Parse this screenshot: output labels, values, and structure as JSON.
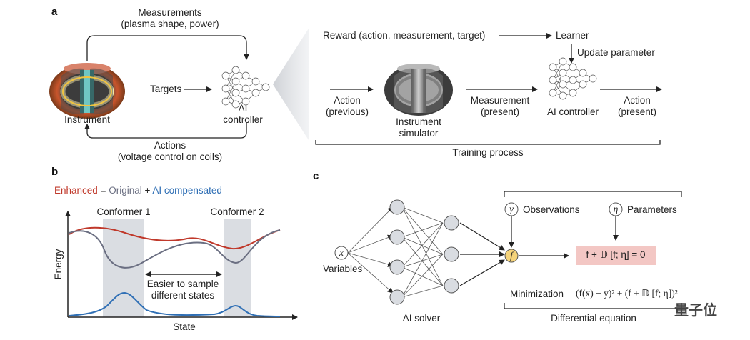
{
  "panel_a": {
    "letter": "a",
    "measurements_line1": "Measurements",
    "measurements_line2": "(plasma shape, power)",
    "targets": "Targets",
    "instrument": "Instrument",
    "ai_controller_line1": "AI",
    "ai_controller_line2": "controller",
    "actions_line1": "Actions",
    "actions_line2": "(voltage control on coils)",
    "reward": "Reward (action, measurement, target)",
    "learner": "Learner",
    "update_parameter": "Update parameter",
    "action_prev_line1": "Action",
    "action_prev_line2": "(previous)",
    "instrument_simulator_line1": "Instrument",
    "instrument_simulator_line2": "simulator",
    "measurement_present_line1": "Measurement",
    "measurement_present_line2": "(present)",
    "ai_controller_right": "AI controller",
    "action_present_line1": "Action",
    "action_present_line2": "(present)",
    "training_process": "Training process"
  },
  "panel_b": {
    "letter": "b",
    "legend_enhanced": "Enhanced",
    "legend_eq": " = ",
    "legend_original": "Original",
    "legend_plus": " + ",
    "legend_ai": "AI compensated",
    "conformer1": "Conformer 1",
    "conformer2": "Conformer 2",
    "ylabel": "Energy",
    "xlabel": "State",
    "annotation_line1": "Easier to sample",
    "annotation_line2": "different states",
    "colors": {
      "enhanced": "#c0392b",
      "original": "#6b6f82",
      "ai": "#2f6fb5",
      "shade": "#d9dde3"
    }
  },
  "panel_c": {
    "letter": "c",
    "x_symbol": "x",
    "variables": "Variables",
    "y_symbol": "y",
    "observations": "Observations",
    "eta_symbol": "η",
    "parameters": "Parameters",
    "f_symbol": "f",
    "equation": "f + 𝔻 [f; η] = 0",
    "ai_solver": "AI solver",
    "minimization": "Minimization",
    "min_formula": "(f(x) − y)² + (f + 𝔻 [f; η])²",
    "differential_equation": "Differential equation",
    "colors": {
      "f_node": "#f5d37a",
      "eq_box": "#f3c7c4",
      "node": "#d9dce1"
    }
  },
  "watermark": "量子位"
}
